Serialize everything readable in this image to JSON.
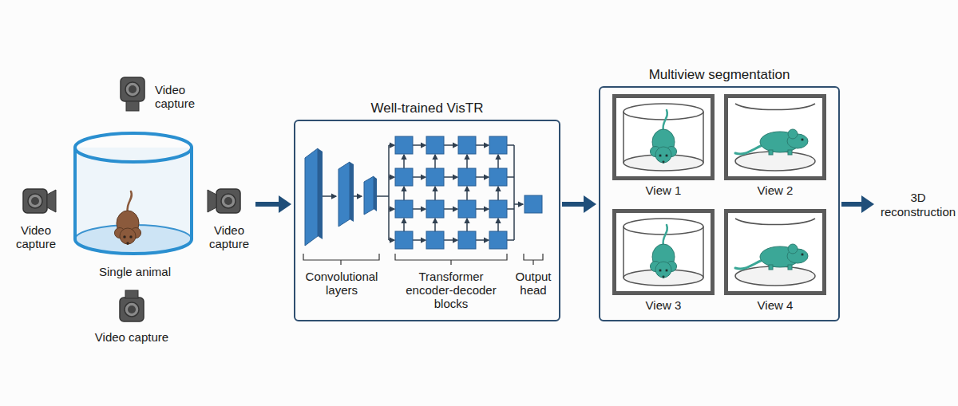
{
  "diagram": {
    "nodes": [
      {
        "text": [
          "Single animal"
        ]
      },
      {
        "text": [
          "Well-trained VisTR"
        ]
      },
      {
        "text": [
          "Multiview segmentation"
        ]
      },
      {
        "text": [
          "View 1"
        ],
        "in": 2
      },
      {
        "text": [
          "View 2"
        ],
        "in": 2
      },
      {
        "text": [
          "View 3"
        ],
        "in": 2
      },
      {
        "text": [
          "View 4"
        ],
        "in": 2
      },
      {
        "text": [
          "3D reconstruction"
        ]
      }
    ],
    "edges": [
      {
        "from": 0,
        "to": 1,
        "arrow": "to"
      },
      {
        "from": 1,
        "to": 2,
        "arrow": "to"
      },
      {
        "from": 2,
        "to": 7,
        "arrow": "to"
      }
    ],
    "labels": [
      "Video capture",
      "Video capture",
      "Video capture",
      "Video capture",
      "Convolutional layers",
      "Transformer encoder-decoder blocks",
      "Output head"
    ]
  }
}
